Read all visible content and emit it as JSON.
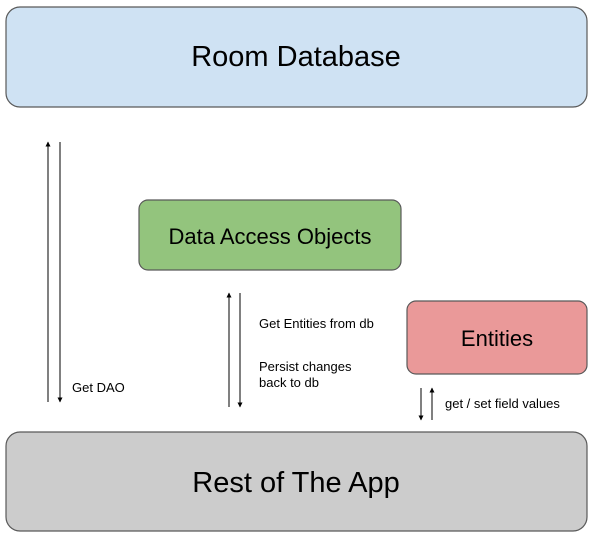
{
  "nodes": {
    "room_database": {
      "label": "Room Database",
      "fill": "#cfe2f3",
      "stroke": "#595959"
    },
    "dao": {
      "label": "Data Access Objects",
      "fill": "#93c47d",
      "stroke": "#595959"
    },
    "entities": {
      "label": "Entities",
      "fill": "#ea9999",
      "stroke": "#595959"
    },
    "rest_of_app": {
      "label": "Rest of The App",
      "fill": "#cccccc",
      "stroke": "#595959"
    }
  },
  "edges": {
    "get_dao": {
      "label": "Get DAO"
    },
    "get_entities": {
      "label": "Get Entities from db"
    },
    "persist_changes": {
      "line1": "Persist changes",
      "line2": "back to db"
    },
    "field_values": {
      "label": "get / set field values"
    }
  },
  "colors": {
    "arrow": "#000000",
    "text": "#000000"
  }
}
